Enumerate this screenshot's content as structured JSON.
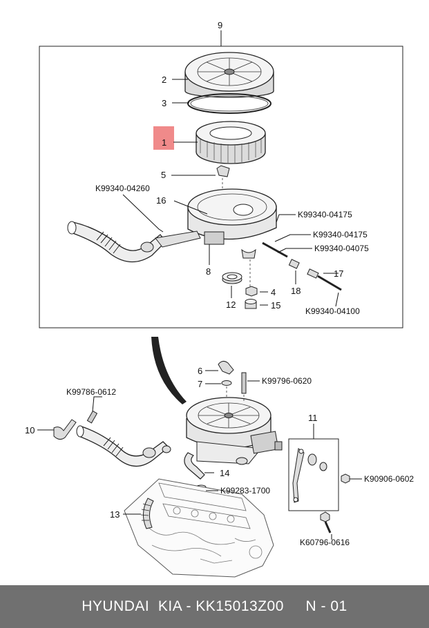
{
  "upper_labels": {
    "n9": "9",
    "n2": "2",
    "n3": "3",
    "n1": "1",
    "n5": "5",
    "n16": "16",
    "n8": "8",
    "n12": "12",
    "n4": "4",
    "n15": "15",
    "n18": "18",
    "n17": "17",
    "k04260": "K99340-04260",
    "k04175a": "K99340-04175",
    "k04175b": "K99340-04175",
    "k04075": "K99340-04075",
    "k04100": "K99340-04100"
  },
  "lower_labels": {
    "n6": "6",
    "n7": "7",
    "n10": "10",
    "n11": "11",
    "n14": "14",
    "n13": "13",
    "k0620": "K99796-0620",
    "k0612": "K99786-0612",
    "k0602": "K90906-0602",
    "k1700": "K99283-1700",
    "k0616": "K60796-0616"
  },
  "highlight_color": "#f08a8a",
  "footer": {
    "text": "HYUNDAI  KIA - KK15013Z00     N - 01",
    "background": "#707070"
  }
}
